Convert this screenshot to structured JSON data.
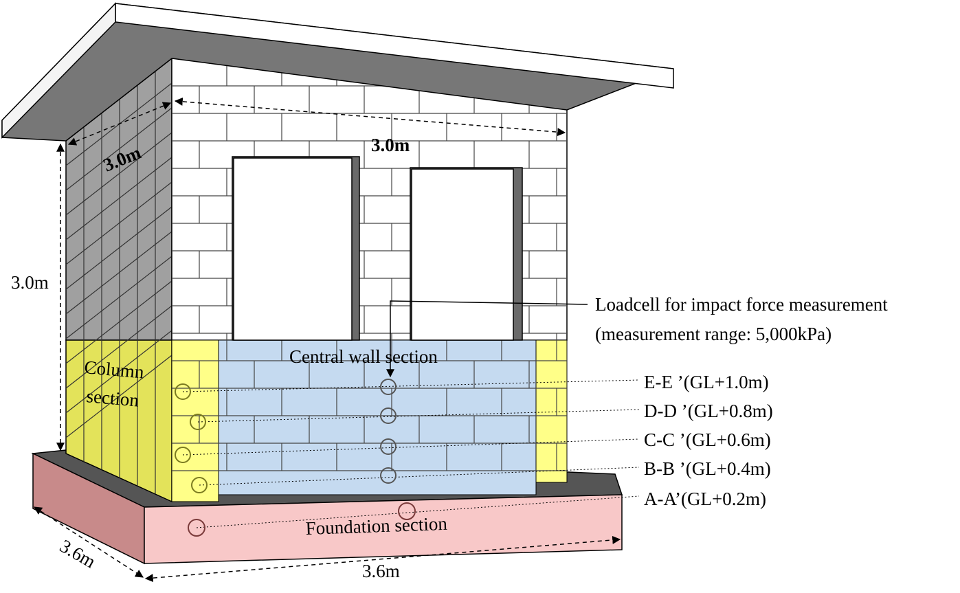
{
  "dimensions": {
    "roof_width": "3.0m",
    "roof_depth": "3.0m",
    "wall_height": "3.0m",
    "base_width": "3.6m",
    "base_depth": "3.6m"
  },
  "sections": {
    "column": [
      "Column",
      "section"
    ],
    "central_wall": "Central wall section",
    "foundation": "Foundation section"
  },
  "loadcell": {
    "line1": "Loadcell for impact force measurement",
    "line2": "(measurement range: 5,000kPa)"
  },
  "levels": [
    "E-E ’(GL+1.0m)",
    "D-D ’(GL+0.8m)",
    "C-C ’(GL+0.6m)",
    "B-B ’(GL+0.4m)",
    "A-A’(GL+0.2m)"
  ],
  "colors": {
    "column": "#ffff88",
    "central_wall": "#c5daf0",
    "foundation": "#f8c8c8",
    "foundation_side": "#c88a8a",
    "roof": "#7a7a7a",
    "side_wall": "#9e9e9e",
    "slab": "#5a5a5a",
    "loadcell": "#7a3a3a"
  }
}
